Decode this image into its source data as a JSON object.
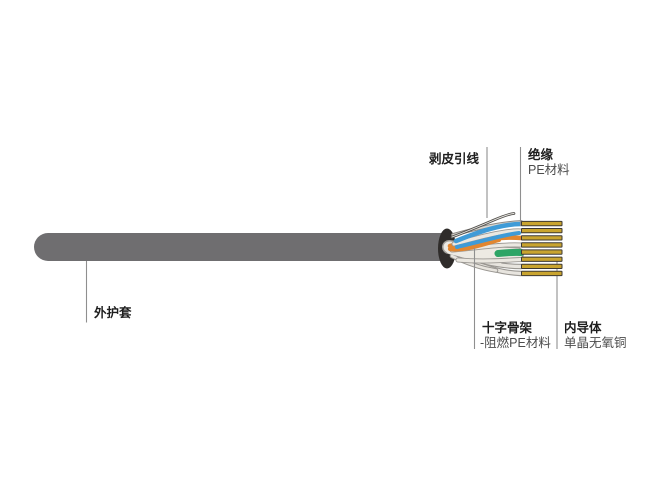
{
  "figure": {
    "type": "cable-structure-diagram",
    "conductor_count": 8,
    "labels": {
      "outer_sheath": "外护套",
      "rip_cord": "剥皮引线",
      "insulation_title": "绝缘",
      "insulation_sub": "PE材料",
      "cross_skeleton_title": "十字骨架",
      "cross_skeleton_sub": "-阻燃PE材料",
      "inner_conductor_title": "内导体",
      "inner_conductor_sub": "单晶无氧铜"
    },
    "colors": {
      "jacket_gray": "#6f6e70",
      "end_face_dark": "#2f2c2a",
      "copper_gold": "#c9a42f",
      "copper_outline": "#3d3933",
      "wire_blue": "#3f9bd7",
      "wire_orange": "#e2862f",
      "wire_green": "#2ea566",
      "spline_cream": "#edeae3",
      "leader_line_gray": "#8f8f8f",
      "label_text": "#1e1e1e",
      "sublabel_text": "#4b4b4b"
    }
  }
}
